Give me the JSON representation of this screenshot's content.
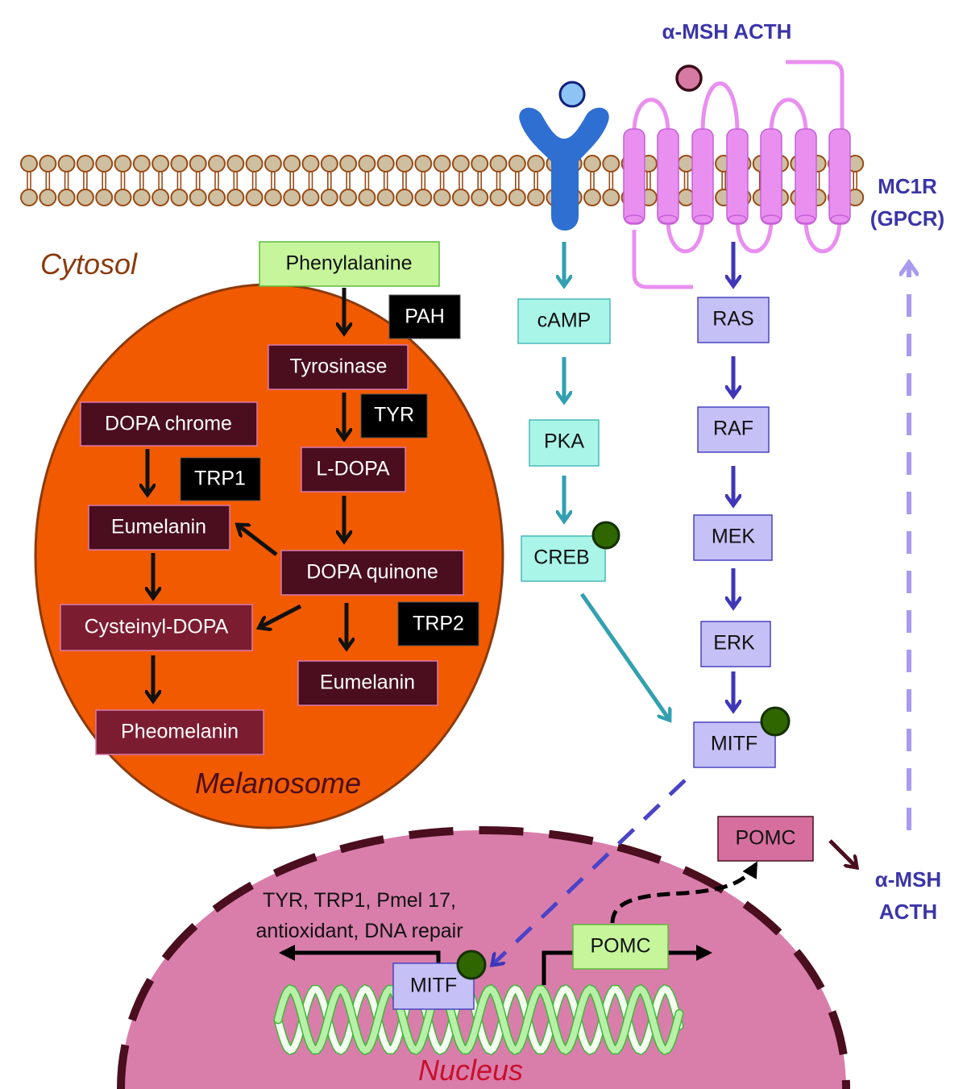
{
  "colors": {
    "membrane_head": "#cdbf9f",
    "membrane_stroke": "#9a4a14",
    "receptor_blue": "#2e6fd1",
    "ligand_light_blue": "#8cc4f6",
    "ligand_pink": "#d67aa4",
    "gpcr_pink": "#e98ff0",
    "gpcr_stroke": "#c660d8",
    "melanosome_fill": "#f25a00",
    "melanosome_stroke": "#8b3a0e",
    "nucleus_fill": "#d97eab",
    "nucleus_stroke": "#4a0e1e",
    "dark_box": "#4a0e1e",
    "red_box": "#7c1c30",
    "enzyme_box": "#000000",
    "green_box": "#c6f59c",
    "cyan_box": "#a9f5e8",
    "cyan_arrow": "#32a0b0",
    "lavender_box": "#c5c0f5",
    "indigo_arrow": "#3f36b8",
    "dashed_lavender": "#a99af0",
    "phospho_green": "#2f6600",
    "pomc_pink_box": "#d66f9e",
    "dna_green": "#7fe07a"
  },
  "labels": {
    "ligand_top": "α-MSH ACTH",
    "receptor": "MC1R",
    "receptor_type": "(GPCR)",
    "cytosol": "Cytosol",
    "melanosome": "Melanosome",
    "nucleus": "Nucleus",
    "secreted_line1": "α-MSH",
    "secreted_line2": "ACTH",
    "target_genes_line1": "TYR, TRP1, Pmel 17,",
    "target_genes_line2": "antioxidant, DNA repair"
  },
  "melanin_pathway": {
    "phenylalanine": "Phenylalanine",
    "tyrosinase": "Tyrosinase",
    "l_dopa": "L-DOPA",
    "dopa_quinone": "DOPA quinone",
    "dopa_chrome": "DOPA chrome",
    "eumelanin_left": "Eumelanin",
    "cysteinyl_dopa": "Cysteinyl-DOPA",
    "pheomelanin": "Pheomelanin",
    "eumelanin_right": "Eumelanin",
    "enzymes": {
      "pah": "PAH",
      "tyr": "TYR",
      "trp1": "TRP1",
      "trp2": "TRP2"
    }
  },
  "camp_pathway": [
    "cAMP",
    "PKA",
    "CREB"
  ],
  "mapk_pathway": [
    "RAS",
    "RAF",
    "MEK",
    "ERK",
    "MITF"
  ],
  "nuclear": {
    "mitf": "MITF",
    "pomc_gene": "POMC",
    "pomc_protein": "POMC"
  }
}
